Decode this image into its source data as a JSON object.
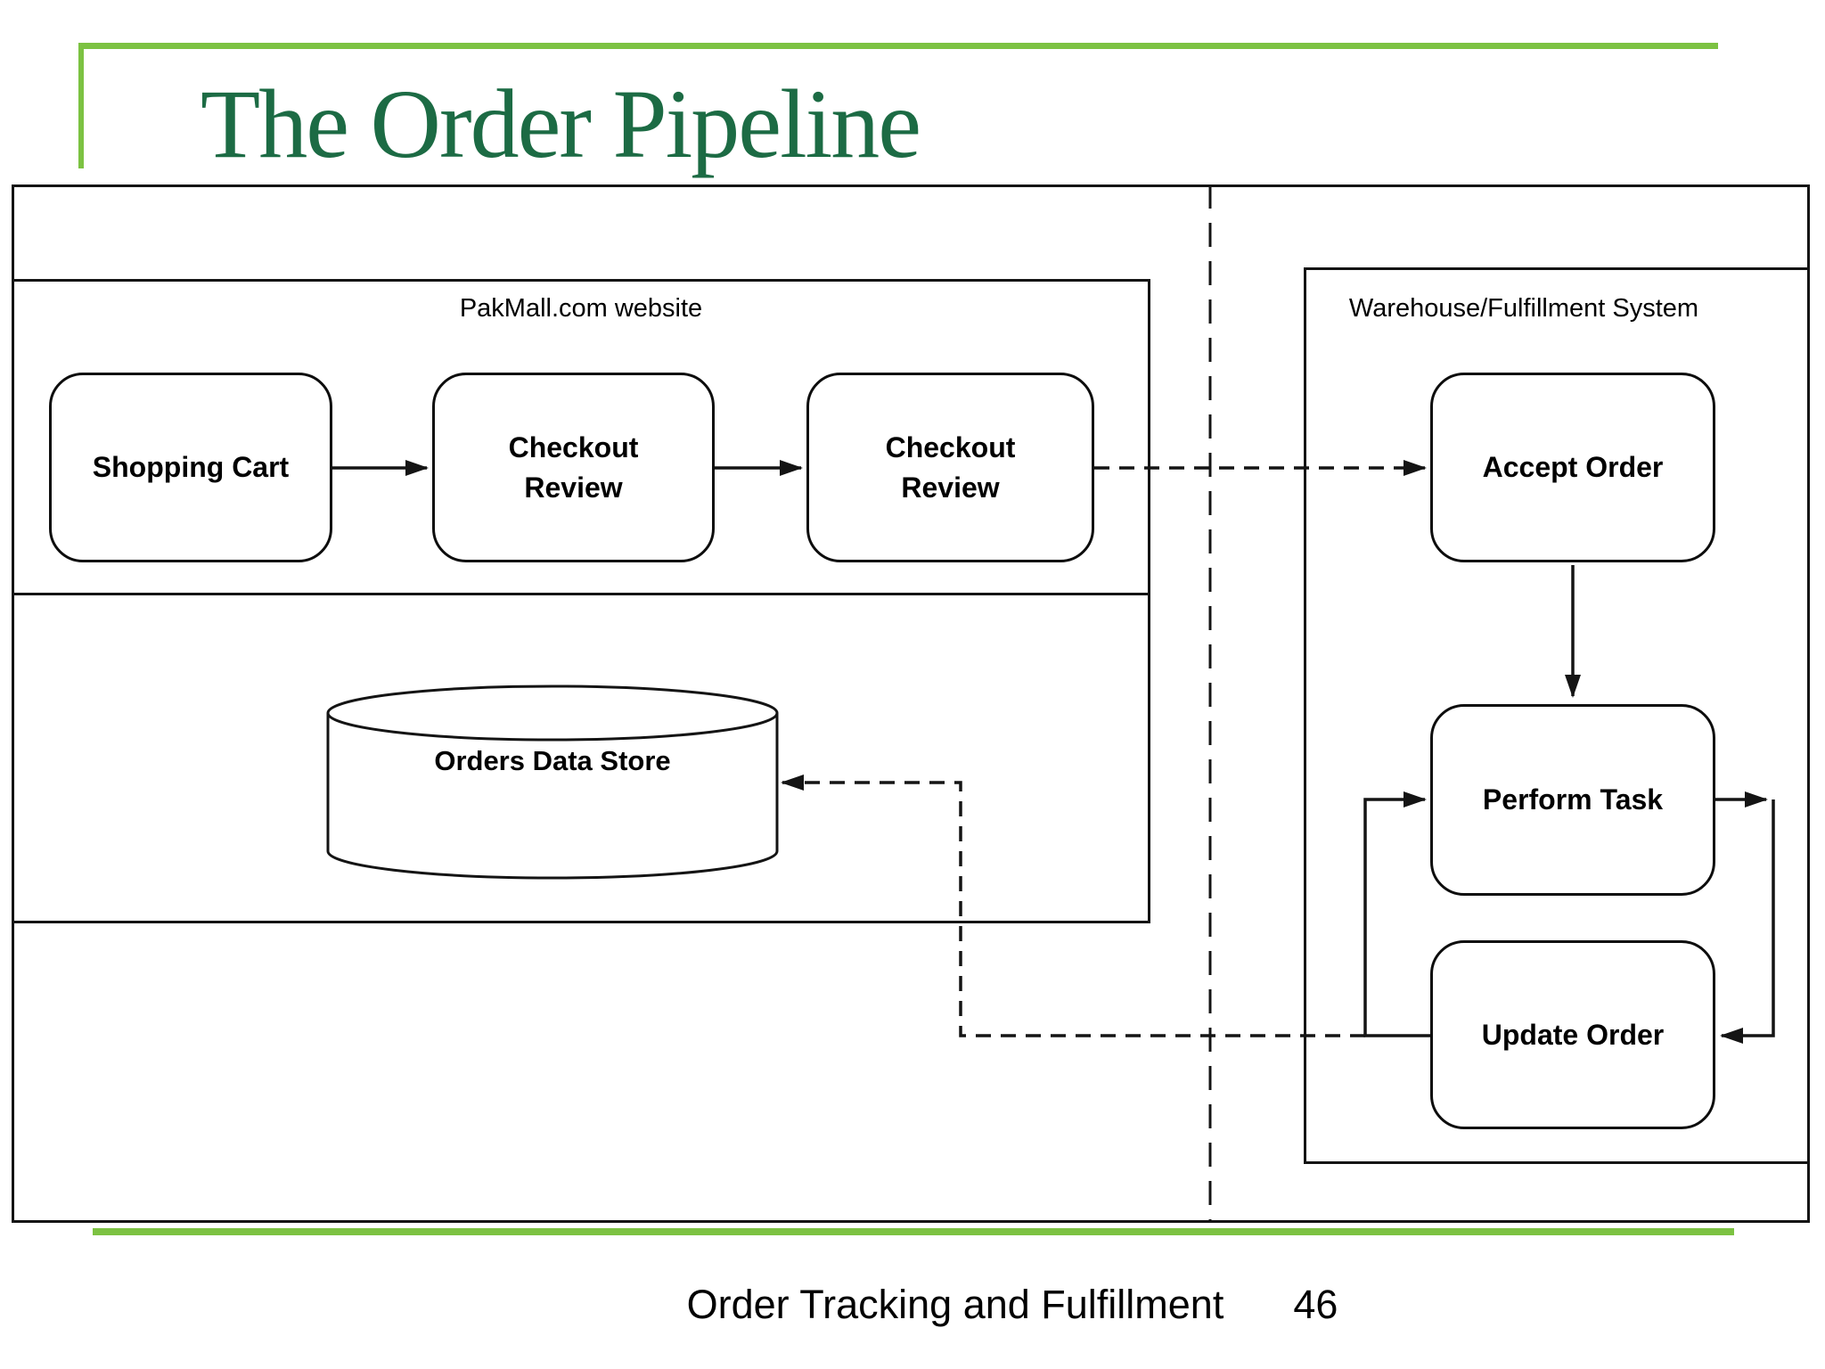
{
  "slide": {
    "title": "The Order Pipeline",
    "colors": {
      "title_green": "#1C6B44",
      "accent_green": "#7CC242",
      "diagram_line": "#141414"
    },
    "footer": {
      "text": "Order Tracking and Fulfillment",
      "page_number": "46"
    }
  },
  "diagram": {
    "left_system": {
      "label": "PakMall.com website",
      "nodes": [
        {
          "id": "shopping-cart",
          "label": "Shopping Cart",
          "shape": "rounded-rect"
        },
        {
          "id": "checkout-review-1",
          "label": "Checkout Review",
          "shape": "rounded-rect"
        },
        {
          "id": "checkout-review-2",
          "label": "Checkout Review",
          "shape": "rounded-rect"
        },
        {
          "id": "orders-data-store",
          "label": "Orders Data Store",
          "shape": "cylinder"
        }
      ]
    },
    "right_system": {
      "label": "Warehouse/Fulfillment System",
      "nodes": [
        {
          "id": "accept-order",
          "label": "Accept Order",
          "shape": "rounded-rect"
        },
        {
          "id": "perform-task",
          "label": "Perform Task",
          "shape": "rounded-rect"
        },
        {
          "id": "update-order",
          "label": "Update Order",
          "shape": "rounded-rect"
        }
      ]
    },
    "edges": [
      {
        "from": "shopping-cart",
        "to": "checkout-review-1",
        "style": "solid"
      },
      {
        "from": "checkout-review-1",
        "to": "checkout-review-2",
        "style": "solid"
      },
      {
        "from": "checkout-review-2",
        "to": "accept-order",
        "style": "dashed"
      },
      {
        "from": "accept-order",
        "to": "perform-task",
        "style": "solid"
      },
      {
        "from": "perform-task",
        "to": "update-order",
        "style": "solid"
      },
      {
        "from": "update-order",
        "to": "perform-task",
        "style": "solid"
      },
      {
        "from": "update-order",
        "to": "orders-data-store",
        "style": "dashed"
      }
    ]
  }
}
